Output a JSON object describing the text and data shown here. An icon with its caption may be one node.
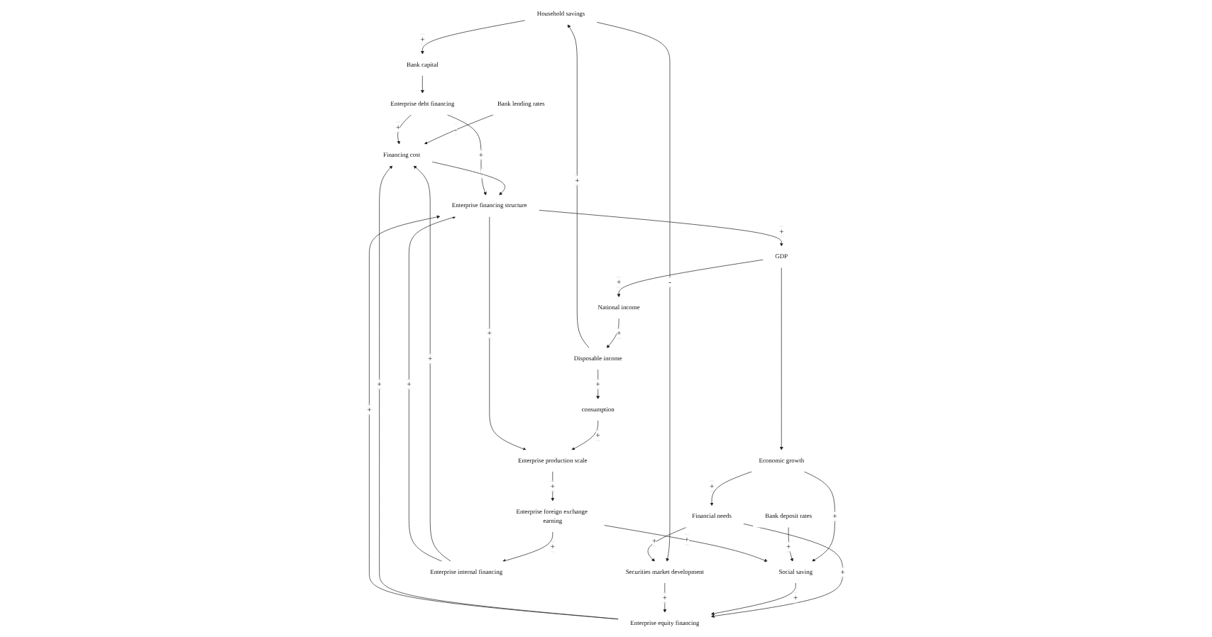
{
  "diagram": {
    "nodes": [
      {
        "text": [
          "Household savings"
        ]
      },
      {
        "text": [
          "Bank capital"
        ]
      },
      {
        "text": [
          "Securities market development"
        ]
      },
      {
        "text": [
          "Bank deposit rates"
        ]
      },
      {
        "text": [
          "Bank lending rates"
        ]
      },
      {
        "text": [
          "Disposable income"
        ]
      },
      {
        "text": [
          "Economic growth"
        ]
      },
      {
        "text": [
          "consumption"
        ]
      },
      {
        "text": [
          "Social saving"
        ]
      },
      {
        "text": [
          "Financing cost"
        ]
      },
      {
        "text": [
          "National income"
        ]
      },
      {
        "text": [
          "Financial needs"
        ]
      },
      {
        "text": [
          "Enterprise equity financing"
        ]
      },
      {
        "text": [
          "Enterprise financing structure"
        ]
      },
      {
        "text": [
          "Enterprise debt financing"
        ]
      },
      {
        "text": [
          "GDP"
        ]
      },
      {
        "text": [
          "Enterprise production scale"
        ]
      },
      {
        "text": [
          "Enterprise foreign exchange earning"
        ]
      },
      {
        "text": [
          "Enterprise internal financing"
        ]
      }
    ],
    "edges": [
      {
        "from": 0,
        "to": 1,
        "arrow": "to",
        "label": "+"
      },
      {
        "from": 0,
        "to": 2,
        "arrow": "to",
        "label": "-"
      },
      {
        "from": 5,
        "to": 0,
        "arrow": "to",
        "label": "+"
      },
      {
        "from": 10,
        "to": 5,
        "arrow": "to",
        "label": "+"
      },
      {
        "from": 15,
        "to": 10,
        "arrow": "to",
        "label": "+"
      },
      {
        "from": 5,
        "to": 7,
        "arrow": "to",
        "label": "+"
      },
      {
        "from": 15,
        "to": 6,
        "arrow": "to"
      },
      {
        "from": 7,
        "to": 16,
        "arrow": "to",
        "label": "+"
      },
      {
        "from": 6,
        "to": 11,
        "arrow": "to",
        "label": "+"
      },
      {
        "from": 6,
        "to": 8,
        "arrow": "to",
        "label": "+"
      },
      {
        "from": 3,
        "to": 8,
        "arrow": "to",
        "label": "+"
      },
      {
        "from": 11,
        "to": 2,
        "arrow": "to",
        "label": "+"
      },
      {
        "from": 11,
        "to": 12,
        "arrow": "to",
        "label": "+"
      },
      {
        "from": 17,
        "to": 8,
        "arrow": "to",
        "label": "+"
      },
      {
        "from": 8,
        "to": 12,
        "arrow": "to",
        "label": "+"
      },
      {
        "from": 2,
        "to": 12,
        "arrow": "to",
        "label": "+"
      },
      {
        "from": 4,
        "to": 9,
        "arrow": "to",
        "label": "-"
      },
      {
        "from": 12,
        "to": 9,
        "arrow": "to",
        "label": "+"
      },
      {
        "from": 9,
        "to": 13,
        "arrow": "to",
        "label": "-"
      },
      {
        "from": 18,
        "to": 9,
        "arrow": "to",
        "label": "+"
      },
      {
        "from": 14,
        "to": 9,
        "arrow": "to",
        "label": "+"
      },
      {
        "from": 1,
        "to": 14,
        "arrow": "to"
      },
      {
        "from": 12,
        "to": 13,
        "arrow": "to",
        "label": "+"
      },
      {
        "from": 14,
        "to": 13,
        "arrow": "to",
        "label": "+"
      },
      {
        "from": 18,
        "to": 13,
        "arrow": "to",
        "label": "+"
      },
      {
        "from": 13,
        "to": 16,
        "arrow": "to",
        "label": "+"
      },
      {
        "from": 16,
        "to": 17,
        "arrow": "to",
        "label": "+"
      },
      {
        "from": 17,
        "to": 18,
        "arrow": "to",
        "label": "+"
      },
      {
        "from": 13,
        "to": 15,
        "arrow": "to",
        "label": "+"
      }
    ]
  }
}
